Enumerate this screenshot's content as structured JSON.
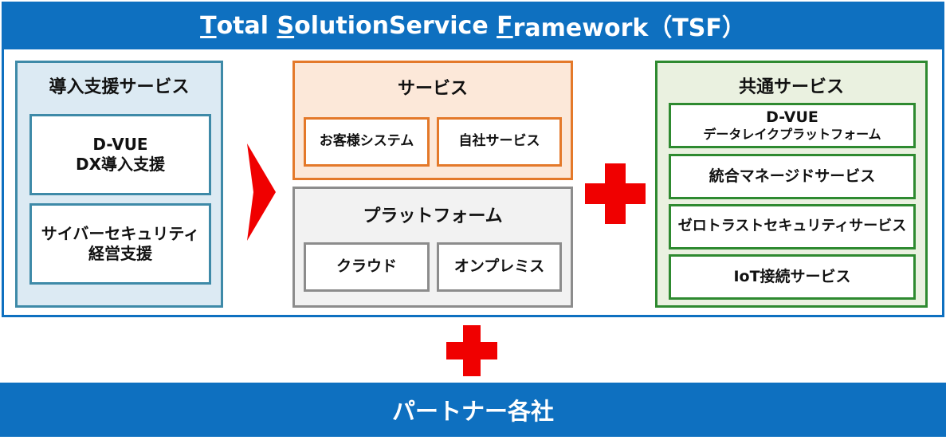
{
  "title": {
    "t1_u": "T",
    "t1_rest": "otal ",
    "t2_u": "S",
    "t2_rest": "olutionService ",
    "t3_u": "F",
    "t3_rest": "ramework（TSF）"
  },
  "intro_panel": {
    "title": "導入支援サービス",
    "items": [
      {
        "line1": "D-VUE",
        "line2": "DX導入支援"
      },
      {
        "line1": "サイバーセキュリティ",
        "line2": "経営支援"
      }
    ]
  },
  "service_panel": {
    "title": "サービス",
    "items": [
      "お客様システム",
      "自社サービス"
    ]
  },
  "platform_panel": {
    "title": "プラットフォーム",
    "items": [
      "クラウド",
      "オンプレミス"
    ]
  },
  "common_panel": {
    "title": "共通サービス",
    "items": [
      {
        "line1": "D-VUE",
        "line2": "データレイクプラットフォーム"
      },
      {
        "line1": "統合マネージドサービス"
      },
      {
        "line1": "ゼロトラストセキュリティサービス"
      },
      {
        "line1": "IoT接続サービス"
      }
    ]
  },
  "bottom": {
    "label": "パートナー各社"
  },
  "colors": {
    "frame_blue": "#0E70C0",
    "intro_border": "#3E8AA8",
    "intro_fill": "#DCEAF3",
    "service_border": "#E4792A",
    "service_fill": "#FCE8D9",
    "platform_border": "#8C8C8C",
    "platform_fill": "#F2F2F2",
    "common_border": "#2E8A30",
    "common_fill": "#EAF1E0",
    "accent_red": "#F00000"
  },
  "icons": [
    "arrow-right-icon",
    "plus-icon"
  ]
}
